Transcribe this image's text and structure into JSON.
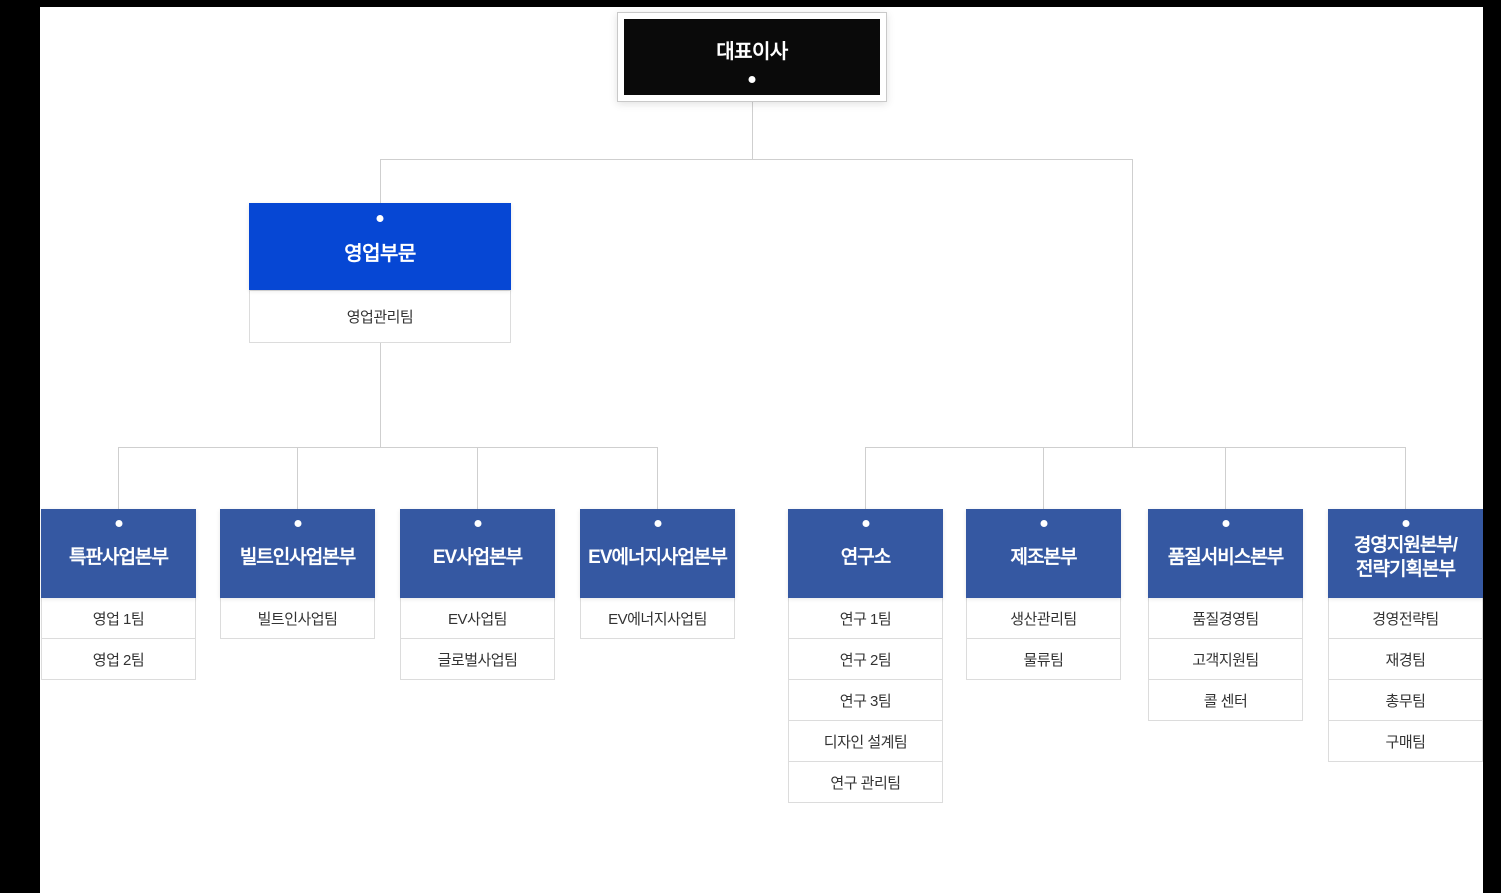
{
  "org_chart": {
    "root": {
      "title": "대표이사"
    },
    "division": {
      "title": "영업부문",
      "teams": [
        "영업관리팀"
      ]
    },
    "departments": [
      {
        "title": "특판사업본부",
        "teams": [
          "영업 1팀",
          "영업 2팀"
        ]
      },
      {
        "title": "빌트인사업본부",
        "teams": [
          "빌트인사업팀"
        ]
      },
      {
        "title": "EV사업본부",
        "teams": [
          "EV사업팀",
          "글로벌사업팀"
        ]
      },
      {
        "title": "EV에너지사업본부",
        "teams": [
          "EV에너지사업팀"
        ]
      },
      {
        "title": "연구소",
        "teams": [
          "연구 1팀",
          "연구 2팀",
          "연구 3팀",
          "디자인 설계팀",
          "연구 관리팀"
        ]
      },
      {
        "title": "제조본부",
        "teams": [
          "생산관리팀",
          "물류팀"
        ]
      },
      {
        "title": "품질서비스본부",
        "teams": [
          "품질경영팀",
          "고객지원팀",
          "콜 센터"
        ]
      },
      {
        "title": "경영지원본부/\n전략기획본부",
        "teams": [
          "경영전략팀",
          "재경팀",
          "총무팀",
          "구매팀"
        ]
      }
    ],
    "colors": {
      "page_margin_bg": "#000000",
      "canvas_bg": "#ffffff",
      "root_box_bg": "#0a0a0a",
      "division_bg": "#0647d4",
      "department_bg": "#3558a2",
      "connector_line": "#cfcfcf",
      "box_border": "#dcdcdc",
      "team_text": "#333333",
      "title_text": "#ffffff"
    }
  }
}
